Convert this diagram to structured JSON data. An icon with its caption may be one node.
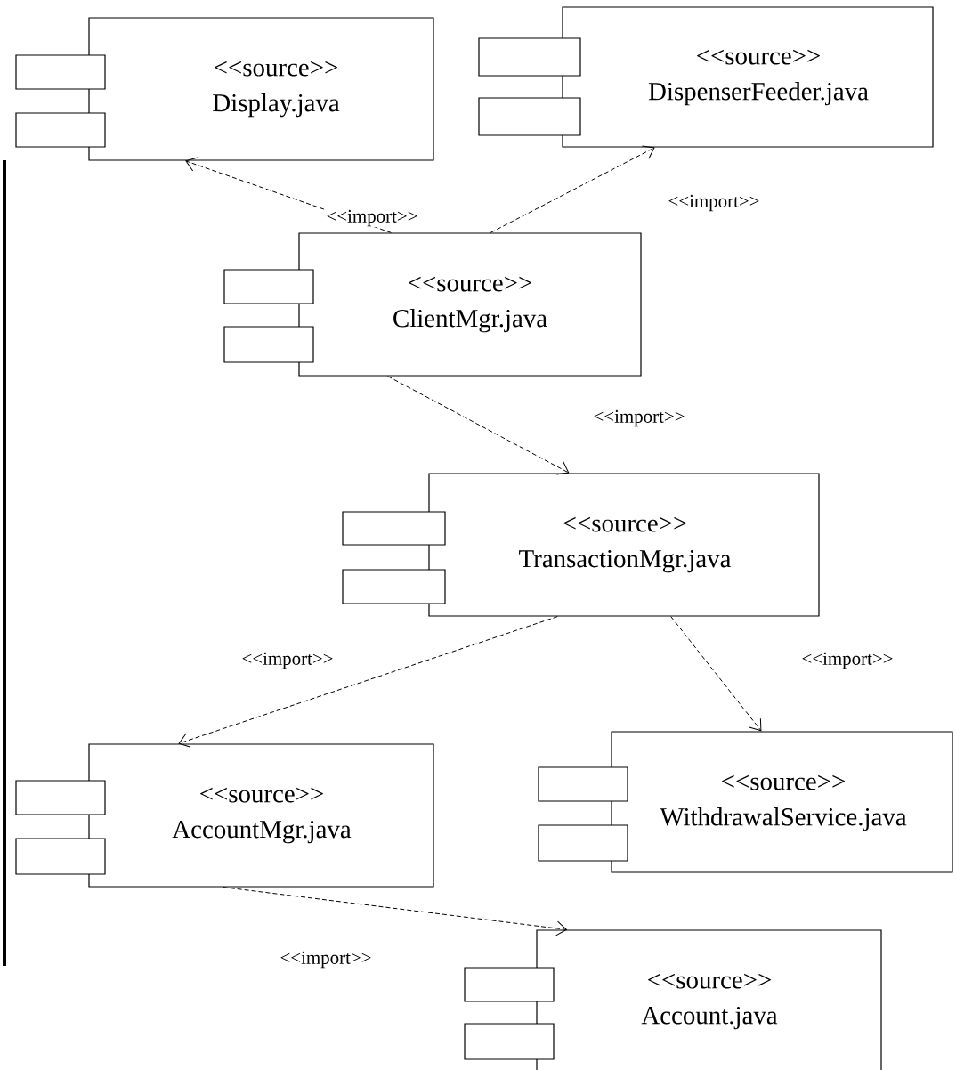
{
  "diagram": {
    "nodes": [
      {
        "text": [
          "<<source>>",
          "Display.java"
        ]
      },
      {
        "text": [
          "<<source>>",
          "DispenserFeeder.java"
        ]
      },
      {
        "text": [
          "<<source>>",
          "ClientMgr.java"
        ]
      },
      {
        "text": [
          "<<source>>",
          "TransactionMgr.java"
        ]
      },
      {
        "text": [
          "<<source>>",
          "WithdrawalService.java"
        ]
      },
      {
        "text": [
          "<<source>>",
          "AccountMgr.java"
        ]
      },
      {
        "text": [
          "<<source>>",
          "Account.java"
        ]
      }
    ],
    "edges": [
      {
        "from": 2,
        "to": 0,
        "arrow": "to",
        "style": "dashed",
        "label": "<<import>>"
      },
      {
        "from": 2,
        "to": 1,
        "arrow": "to",
        "style": "dashed",
        "label": "<<import>>"
      },
      {
        "from": 2,
        "to": 3,
        "arrow": "to",
        "style": "dashed",
        "label": "<<import>>"
      },
      {
        "from": 3,
        "to": 5,
        "arrow": "to",
        "style": "dashed",
        "label": "<<import>>"
      },
      {
        "from": 3,
        "to": 4,
        "arrow": "to",
        "style": "dashed",
        "label": "<<import>>"
      },
      {
        "from": 5,
        "to": 6,
        "arrow": "to",
        "style": "dashed",
        "label": "<<import>>"
      }
    ]
  }
}
